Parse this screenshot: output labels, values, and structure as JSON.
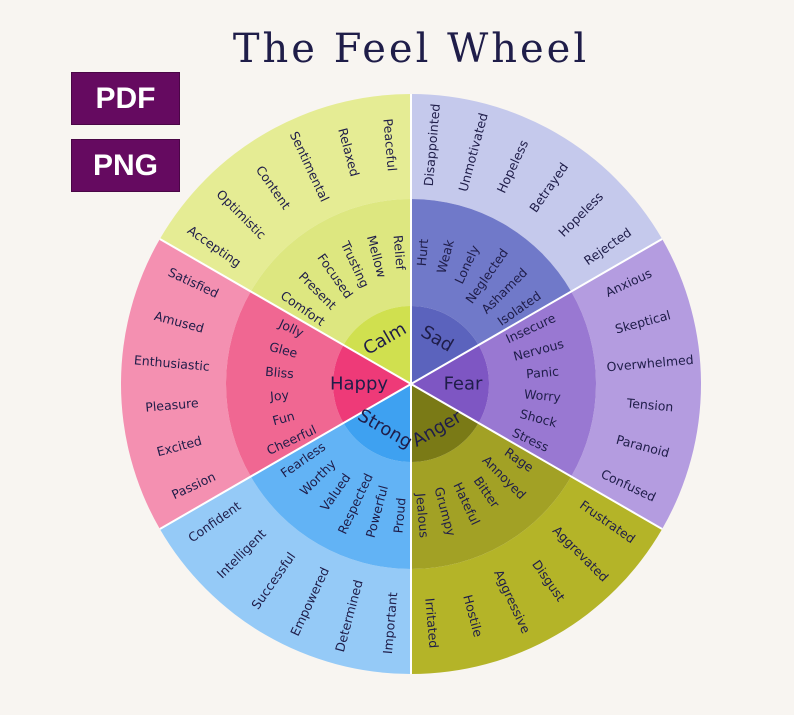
{
  "title": "The Feel Wheel",
  "badges": {
    "pdf": "PDF",
    "png": "PNG"
  },
  "colors": {
    "text": "#1f1d49",
    "divider": "#ffffff"
  },
  "wheel": [
    {
      "name": "Sad",
      "colors": {
        "core": "#5b63bd",
        "middle": "#7079c9",
        "outer": "#c5c9ec"
      },
      "middle": [
        "Hurt",
        "Weak",
        "Lonely",
        "Neglected",
        "Ashamed",
        "Isolated"
      ],
      "outer": [
        "Disappointed",
        "Unmotivated",
        "Hopeless",
        "Betrayed",
        "Hopeless",
        "Rejected"
      ]
    },
    {
      "name": "Fear",
      "colors": {
        "core": "#7e56c3",
        "middle": "#9978d2",
        "outer": "#b49ce0"
      },
      "middle": [
        "Insecure",
        "Nervous",
        "Panic",
        "Worry",
        "Shock",
        "Stress"
      ],
      "outer": [
        "Anxious",
        "Skeptical",
        "Overwhelmed",
        "Tension",
        "Paranoid",
        "Confused"
      ]
    },
    {
      "name": "Anger",
      "colors": {
        "core": "#7a7a16",
        "middle": "#a2a125",
        "outer": "#b4b428"
      },
      "middle": [
        "Rage",
        "Annoyed",
        "Bitter",
        "Hateful",
        "Grumpy",
        "Jealous"
      ],
      "outer": [
        "Frustrated",
        "Aggrevated",
        "Disgust",
        "Aggressive",
        "Hostile",
        "Irritated"
      ]
    },
    {
      "name": "Strong",
      "colors": {
        "core": "#3ea1f1",
        "middle": "#62b3f5",
        "outer": "#95caf7"
      },
      "middle": [
        "Proud",
        "Powerful",
        "Respected",
        "Valued",
        "Worthy",
        "Fearless"
      ],
      "outer": [
        "Important",
        "Determined",
        "Empowered",
        "Successful",
        "Intelligent",
        "Confident"
      ]
    },
    {
      "name": "Happy",
      "colors": {
        "core": "#ee3a78",
        "middle": "#f06792",
        "outer": "#f490b1"
      },
      "middle": [
        "Cheerful",
        "Fun",
        "Joy",
        "Bliss",
        "Glee",
        "Jolly"
      ],
      "outer": [
        "Passion",
        "Excited",
        "Pleasure",
        "Enthusiastic",
        "Amused",
        "Satisfied"
      ]
    },
    {
      "name": "Calm",
      "colors": {
        "core": "#d0e04f",
        "middle": "#dde780",
        "outer": "#e5ec94"
      },
      "middle": [
        "Comfort",
        "Present",
        "Focused",
        "Trusting",
        "Mellow",
        "Relief"
      ],
      "outer": [
        "Accepting",
        "Optimistic",
        "Content",
        "Sentimental",
        "Relaxed",
        "Peaceful"
      ]
    }
  ]
}
